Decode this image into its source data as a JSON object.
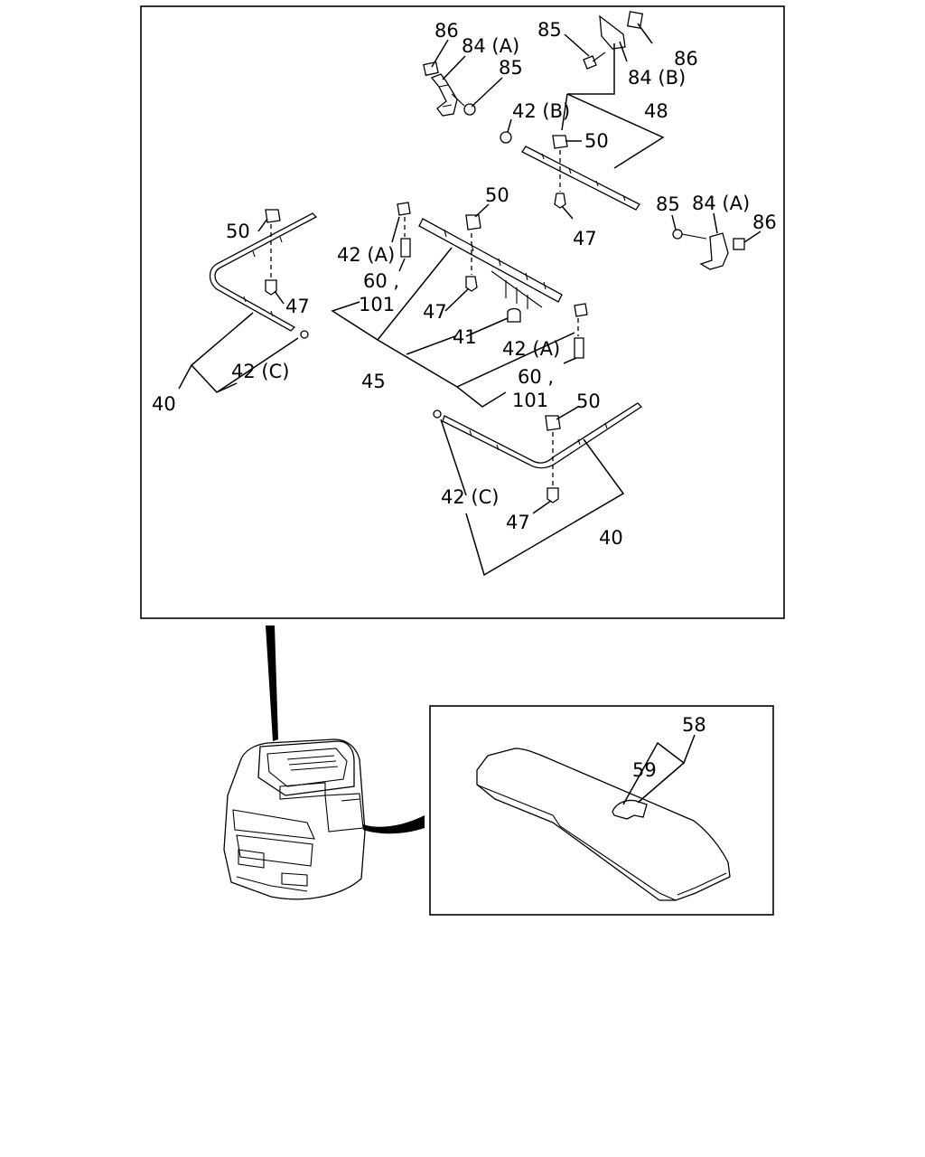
{
  "diagram": {
    "main_labels": {
      "l86a": "86",
      "l84a": "84 (A)",
      "l85a": "85",
      "l85b": "85",
      "l86b": "86",
      "l84b": "84 (B)",
      "l42b": "42 (B)",
      "l48": "48",
      "l50a": "50",
      "l50b": "50",
      "l47a": "47",
      "l85c": "85",
      "l84c": "84 (A)",
      "l86c": "86",
      "l50c": "50",
      "l47b": "47",
      "l42a1": "42 (A)",
      "l60a": "60 ,",
      "l101a": "101",
      "l47c": "47",
      "l41": "41",
      "l42a2": "42 (A)",
      "l60b": "60 ,",
      "l45": "45",
      "l101b": "101",
      "l42c1": "42 (C)",
      "l40a": "40",
      "l50d": "50",
      "l42c2": "42 (C)",
      "l47d": "47",
      "l40b": "40"
    },
    "detail_labels": {
      "l58": "58",
      "l59": "59"
    }
  }
}
